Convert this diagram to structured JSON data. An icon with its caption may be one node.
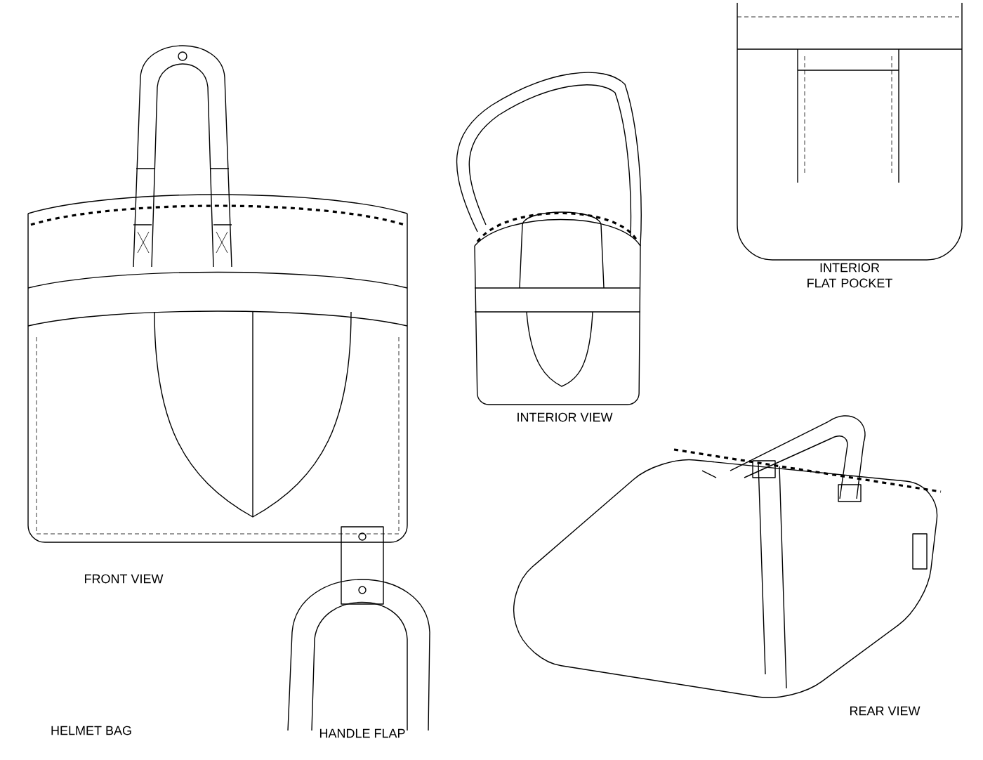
{
  "diagram": {
    "labels": [
      "INTERIOR FLAT POCKET",
      "INTERIOR VIEW",
      "FRONT VIEW",
      "REAR VIEW",
      "HELMET BAG",
      "HANDLE FLAP"
    ]
  }
}
